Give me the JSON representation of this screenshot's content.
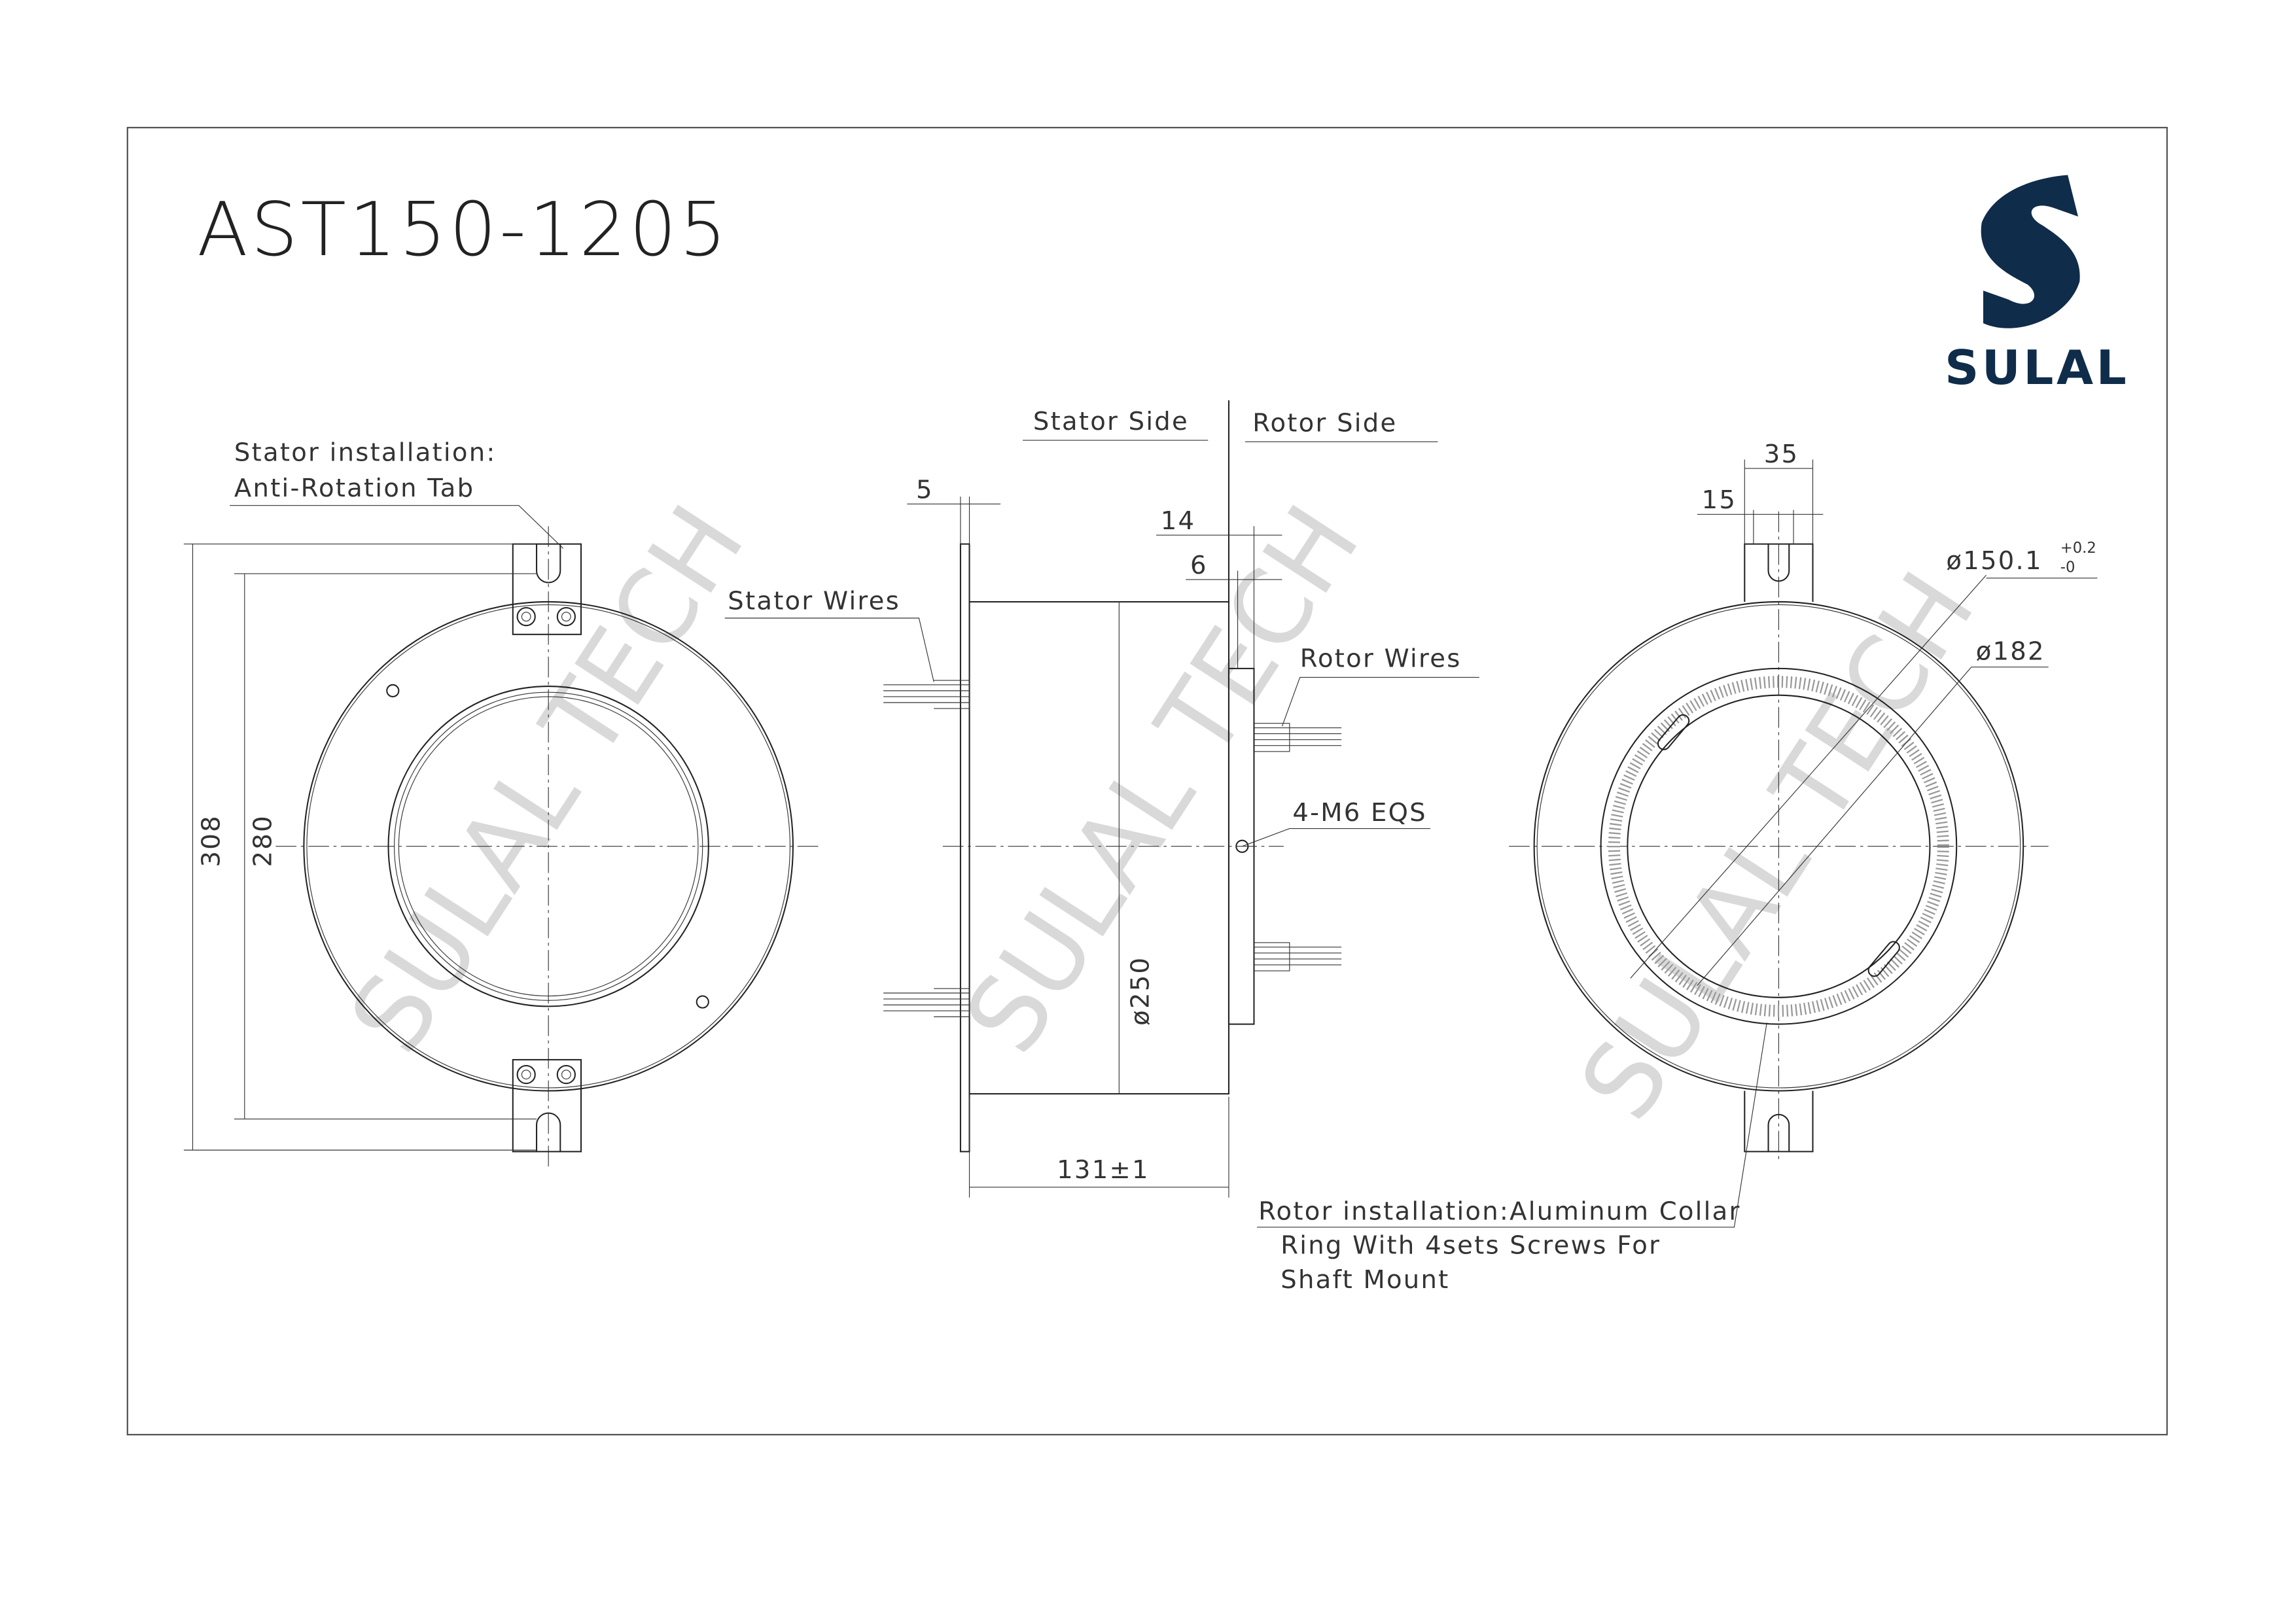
{
  "title": "AST150-1205",
  "logo": {
    "text": "SULAL",
    "color": "#0f2c4a"
  },
  "watermark": "SULAL TECH",
  "labels": {
    "stator_install_1": "Stator installation:",
    "stator_install_2": "Anti-Rotation Tab",
    "stator_wires": "Stator Wires",
    "rotor_wires": "Rotor Wires",
    "stator_side": "Stator Side",
    "rotor_side": "Rotor Side",
    "screws": "4-M6 EQS",
    "rotor_install_1": "Rotor installation:Aluminum Collar",
    "rotor_install_2": "Ring With 4sets Screws For",
    "rotor_install_3": "Shaft Mount"
  },
  "dimensions": {
    "d308": "308",
    "d280": "280",
    "d5": "5",
    "d14": "14",
    "d6": "6",
    "d250": "ø250",
    "d131": "131±1",
    "d35": "35",
    "d15": "15",
    "d150": "ø150.1",
    "tol_plus": "+0.2",
    "tol_minus": "-0",
    "d182": "ø182"
  }
}
